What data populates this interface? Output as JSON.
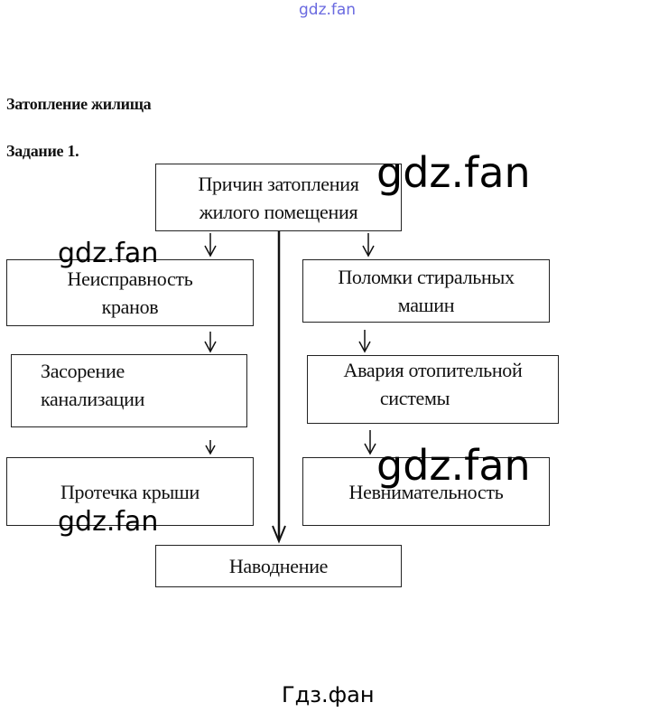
{
  "watermarks": {
    "top": "gdz.fan",
    "large": "gdz.fan",
    "footer": "Гдз.фан"
  },
  "title": "Затопление жилища",
  "task": "Задание 1.",
  "diagram": {
    "root": [
      "Причин затопления",
      "жилого помещения"
    ],
    "left": [
      [
        "Неисправность",
        "кранов"
      ],
      [
        "Засорение",
        "канализации"
      ],
      [
        "Протечка крыши"
      ]
    ],
    "right": [
      [
        "Поломки стиральных",
        "машин"
      ],
      [
        "Авария отопительной",
        "системы"
      ],
      [
        "Невнимательность"
      ]
    ],
    "result": "Наводнение"
  }
}
